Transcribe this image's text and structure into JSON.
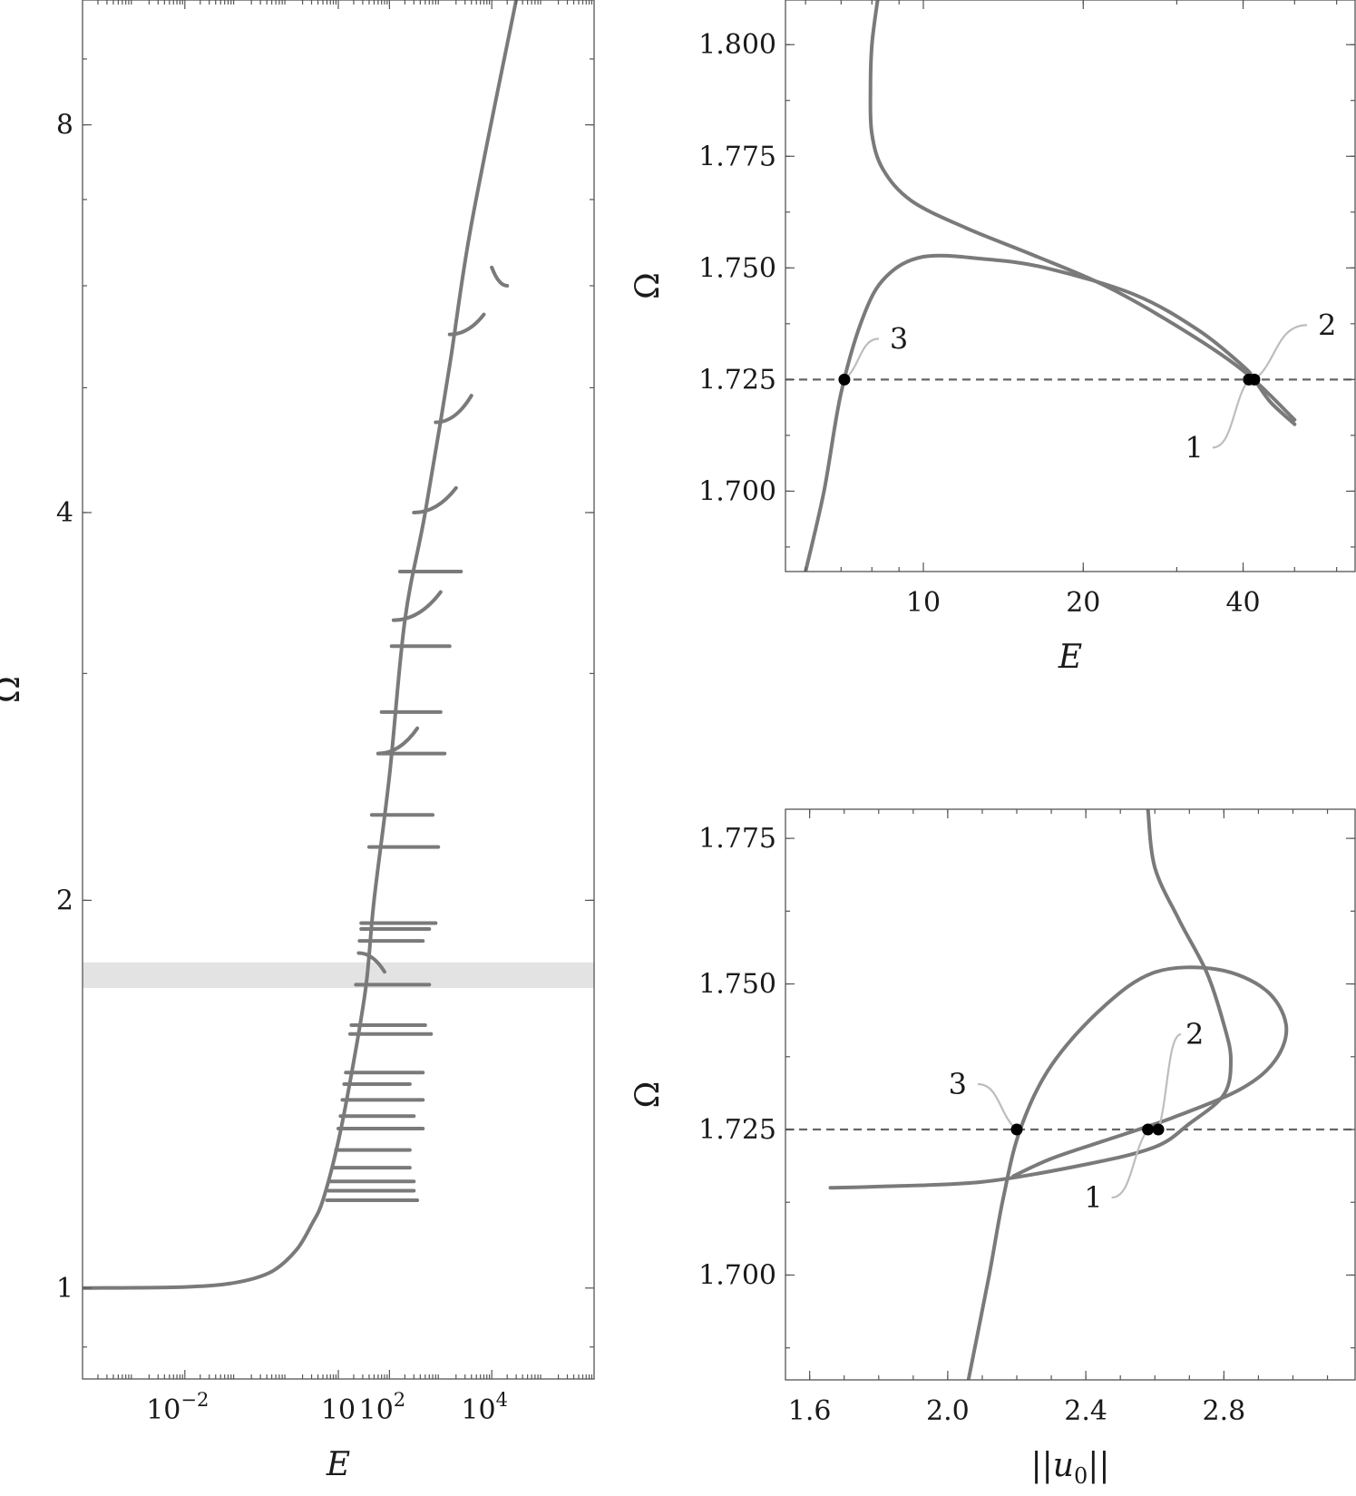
{
  "colors": {
    "curve": "#7a7a7a",
    "band": "#e3e3e3",
    "marker": "#000000",
    "leader": "#bdbdbd",
    "frame": "#555555"
  },
  "chart_data": [
    {
      "id": "left",
      "type": "line",
      "xlabel": "E",
      "ylabel": "Ω",
      "xscale": "log",
      "yscale": "log",
      "xlim": [
        0.0001,
        1000000
      ],
      "ylim": [
        0.85,
        10
      ],
      "xticks": [
        {
          "value": 0.01,
          "label": "10",
          "exp": "−2"
        },
        {
          "value": 10,
          "label": "10",
          "exp": ""
        },
        {
          "value": 100,
          "label": "10",
          "exp": "2"
        },
        {
          "value": 10000,
          "label": "10",
          "exp": "4"
        }
      ],
      "yticks": [
        {
          "value": 1,
          "label": "1"
        },
        {
          "value": 2,
          "label": "2"
        },
        {
          "value": 4,
          "label": "4"
        },
        {
          "value": 8,
          "label": "8"
        }
      ],
      "highlight_band": [
        1.71,
        1.79
      ],
      "main_branch": [
        [
          0.0001,
          1.0
        ],
        [
          0.01,
          1.002
        ],
        [
          0.1,
          1.01
        ],
        [
          0.5,
          1.03
        ],
        [
          1.5,
          1.07
        ],
        [
          3,
          1.12
        ],
        [
          5,
          1.17
        ],
        [
          10,
          1.3
        ],
        [
          20,
          1.5
        ],
        [
          35,
          1.72
        ],
        [
          50,
          2.0
        ],
        [
          100,
          2.5
        ],
        [
          200,
          3.3
        ],
        [
          500,
          4.0
        ],
        [
          1500,
          5.2
        ],
        [
          4000,
          6.7
        ],
        [
          30000,
          10.0
        ]
      ],
      "branches": [
        {
          "E0": 20000,
          "O0": 6.0,
          "E1": 10000,
          "O1": 6.2
        },
        {
          "E0": 1500,
          "O0": 5.5,
          "E1": 7000,
          "O1": 5.7
        },
        {
          "E0": 800,
          "O0": 4.7,
          "E1": 4000,
          "O1": 4.93
        },
        {
          "E0": 300,
          "O0": 4.0,
          "E1": 2000,
          "O1": 4.18
        },
        {
          "E0": 160,
          "O0": 3.6,
          "E1": 2500,
          "O1": 3.6
        },
        {
          "E0": 120,
          "O0": 3.3,
          "E1": 1000,
          "O1": 3.47
        },
        {
          "E0": 110,
          "O0": 3.15,
          "E1": 1500,
          "O1": 3.15
        },
        {
          "E0": 70,
          "O0": 2.8,
          "E1": 1000,
          "O1": 2.8
        },
        {
          "E0": 60,
          "O0": 2.6,
          "E1": 350,
          "O1": 2.72
        },
        {
          "E0": 60,
          "O0": 2.6,
          "E1": 1200,
          "O1": 2.6
        },
        {
          "E0": 45,
          "O0": 2.33,
          "E1": 700,
          "O1": 2.33
        },
        {
          "E0": 40,
          "O0": 2.2,
          "E1": 900,
          "O1": 2.2
        },
        {
          "E0": 28,
          "O0": 1.92,
          "E1": 800,
          "O1": 1.92
        },
        {
          "E0": 28,
          "O0": 1.9,
          "E1": 600,
          "O1": 1.9
        },
        {
          "E0": 26,
          "O0": 1.86,
          "E1": 450,
          "O1": 1.86
        },
        {
          "E0": 25,
          "O0": 1.82,
          "E1": 80,
          "O1": 1.76
        },
        {
          "E0": 22,
          "O0": 1.72,
          "E1": 600,
          "O1": 1.72
        },
        {
          "E0": 18,
          "O0": 1.6,
          "E1": 500,
          "O1": 1.6
        },
        {
          "E0": 17,
          "O0": 1.575,
          "E1": 650,
          "O1": 1.575
        },
        {
          "E0": 14,
          "O0": 1.47,
          "E1": 450,
          "O1": 1.47
        },
        {
          "E0": 13,
          "O0": 1.44,
          "E1": 250,
          "O1": 1.44
        },
        {
          "E0": 12,
          "O0": 1.4,
          "E1": 450,
          "O1": 1.4
        },
        {
          "E0": 11,
          "O0": 1.36,
          "E1": 300,
          "O1": 1.36
        },
        {
          "E0": 10,
          "O0": 1.33,
          "E1": 450,
          "O1": 1.33
        },
        {
          "E0": 9,
          "O0": 1.28,
          "E1": 250,
          "O1": 1.28
        },
        {
          "E0": 8,
          "O0": 1.24,
          "E1": 250,
          "O1": 1.24
        },
        {
          "E0": 7,
          "O0": 1.21,
          "E1": 300,
          "O1": 1.21
        },
        {
          "E0": 6.5,
          "O0": 1.19,
          "E1": 300,
          "O1": 1.19
        },
        {
          "E0": 6,
          "O0": 1.17,
          "E1": 350,
          "O1": 1.17
        }
      ]
    },
    {
      "id": "top-right",
      "type": "line",
      "xlabel": "E",
      "ylabel": "Ω",
      "xscale": "log",
      "xlim": [
        5.5,
        65
      ],
      "ylim": [
        1.682,
        1.81
      ],
      "xticks": [
        {
          "value": 10,
          "label": "10"
        },
        {
          "value": 20,
          "label": "20"
        },
        {
          "value": 40,
          "label": "40"
        }
      ],
      "yticks": [
        {
          "value": 1.7,
          "label": "1.700"
        },
        {
          "value": 1.725,
          "label": "1.725"
        },
        {
          "value": 1.75,
          "label": "1.750"
        },
        {
          "value": 1.775,
          "label": "1.775"
        },
        {
          "value": 1.8,
          "label": "1.800"
        }
      ],
      "reference_line": 1.725,
      "series": [
        {
          "values": [
            [
              8.2,
              1.81
            ],
            [
              8.0,
              1.8
            ],
            [
              7.95,
              1.79
            ],
            [
              8.0,
              1.78
            ],
            [
              8.4,
              1.772
            ],
            [
              9.5,
              1.765
            ],
            [
              12,
              1.759
            ],
            [
              16,
              1.753
            ],
            [
              22,
              1.746
            ],
            [
              30,
              1.737
            ],
            [
              40,
              1.727
            ],
            [
              50,
              1.716
            ]
          ]
        },
        {
          "values": [
            [
              6.0,
              1.682
            ],
            [
              6.5,
              1.7
            ],
            [
              7.0,
              1.722
            ],
            [
              7.7,
              1.739
            ],
            [
              8.5,
              1.748
            ],
            [
              10,
              1.7525
            ],
            [
              13,
              1.752
            ],
            [
              17,
              1.75
            ],
            [
              25,
              1.744
            ],
            [
              33,
              1.736
            ],
            [
              40,
              1.728
            ],
            [
              42,
              1.725
            ],
            [
              45,
              1.72
            ],
            [
              50,
              1.715
            ]
          ]
        }
      ],
      "points": [
        {
          "x": 41.0,
          "y": 1.725,
          "label": "1"
        },
        {
          "x": 42.0,
          "y": 1.725,
          "label": "2"
        },
        {
          "x": 7.1,
          "y": 1.725,
          "label": "3"
        }
      ]
    },
    {
      "id": "bottom-right",
      "type": "line",
      "xlabel": "||u0||",
      "ylabel": "Ω",
      "xlim": [
        1.53,
        3.18
      ],
      "ylim": [
        1.682,
        1.78
      ],
      "xticks": [
        {
          "value": 1.6,
          "label": "1.6"
        },
        {
          "value": 2.0,
          "label": "2.0"
        },
        {
          "value": 2.4,
          "label": "2.4"
        },
        {
          "value": 2.8,
          "label": "2.8"
        }
      ],
      "yticks": [
        {
          "value": 1.7,
          "label": "1.700"
        },
        {
          "value": 1.725,
          "label": "1.725"
        },
        {
          "value": 1.75,
          "label": "1.750"
        },
        {
          "value": 1.775,
          "label": "1.775"
        }
      ],
      "reference_line": 1.725,
      "series": [
        {
          "values": [
            [
              2.58,
              1.78
            ],
            [
              2.6,
              1.77
            ],
            [
              2.67,
              1.761
            ],
            [
              2.75,
              1.752
            ],
            [
              2.8,
              1.743
            ],
            [
              2.82,
              1.737
            ],
            [
              2.8,
              1.731
            ],
            [
              2.7,
              1.726
            ],
            [
              2.6,
              1.722
            ],
            [
              2.4,
              1.719
            ],
            [
              2.1,
              1.716
            ],
            [
              1.8,
              1.7152
            ],
            [
              1.66,
              1.715
            ]
          ]
        },
        {
          "values": [
            [
              2.06,
              1.682
            ],
            [
              2.12,
              1.7
            ],
            [
              2.16,
              1.713
            ],
            [
              2.21,
              1.725
            ],
            [
              2.3,
              1.736
            ],
            [
              2.45,
              1.746
            ],
            [
              2.6,
              1.752
            ],
            [
              2.78,
              1.7525
            ],
            [
              2.92,
              1.749
            ],
            [
              2.98,
              1.743
            ],
            [
              2.95,
              1.737
            ],
            [
              2.85,
              1.732
            ],
            [
              2.65,
              1.727
            ],
            [
              2.45,
              1.723
            ],
            [
              2.3,
              1.72
            ],
            [
              2.19,
              1.717
            ]
          ]
        }
      ],
      "points": [
        {
          "x": 2.58,
          "y": 1.725,
          "label": "1"
        },
        {
          "x": 2.61,
          "y": 1.725,
          "label": "2"
        },
        {
          "x": 2.2,
          "y": 1.725,
          "label": "3"
        }
      ]
    }
  ]
}
